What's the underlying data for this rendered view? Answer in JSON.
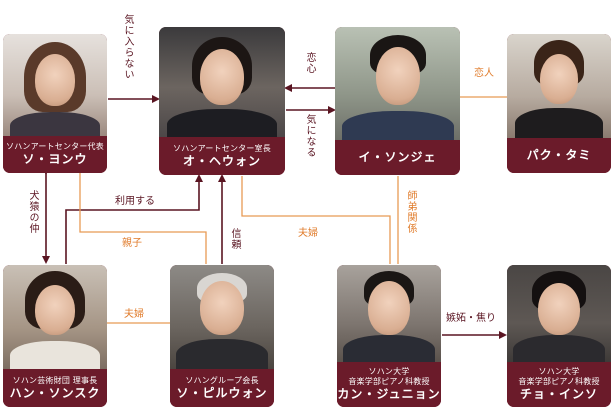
{
  "characters": {
    "so_yonu": {
      "role": "ソハンアートセンター代表",
      "name": "ソ・ヨンウ"
    },
    "o_hewon": {
      "role": "ソハンアートセンター室長",
      "name": "オ・ヘウォン"
    },
    "i_sonje": {
      "role": "",
      "name": "イ・ソンジェ"
    },
    "paku_tami": {
      "role": "",
      "name": "パク・タミ"
    },
    "han_sonsuku": {
      "role": "ソハン芸術財団 理事長",
      "name": "ハン・ソンスク"
    },
    "so_piruwon": {
      "role": "ソハングループ会長",
      "name": "ソ・ピルウォン"
    },
    "kan_junyon": {
      "role": "ソハン大学\n音楽学部ピアノ科教授",
      "role1": "ソハン大学",
      "role2": "音楽学部ピアノ科教授",
      "name": "カン・ジュニョン"
    },
    "cho_inso": {
      "role1": "ソハン大学",
      "role2": "音楽学部ピアノ科教授",
      "name": "チョ・インソ"
    }
  },
  "relations": {
    "ki_ni_iranai": "気に入らない",
    "koigokoro": "恋心",
    "ki_ni_naru": "気になる",
    "koibito": "恋人",
    "kenen": "犬猿の仲",
    "riyou": "利用する",
    "oyako": "親子",
    "shinrai": "信頼",
    "fuufu_right": "夫婦",
    "shitei": "師弟関係",
    "fuufu_left": "夫婦",
    "shitto": "嫉妬・焦り"
  },
  "colors": {
    "dark": "#5a1522",
    "orange": "#e07b2a",
    "label_bg": "#6b1b2a"
  }
}
